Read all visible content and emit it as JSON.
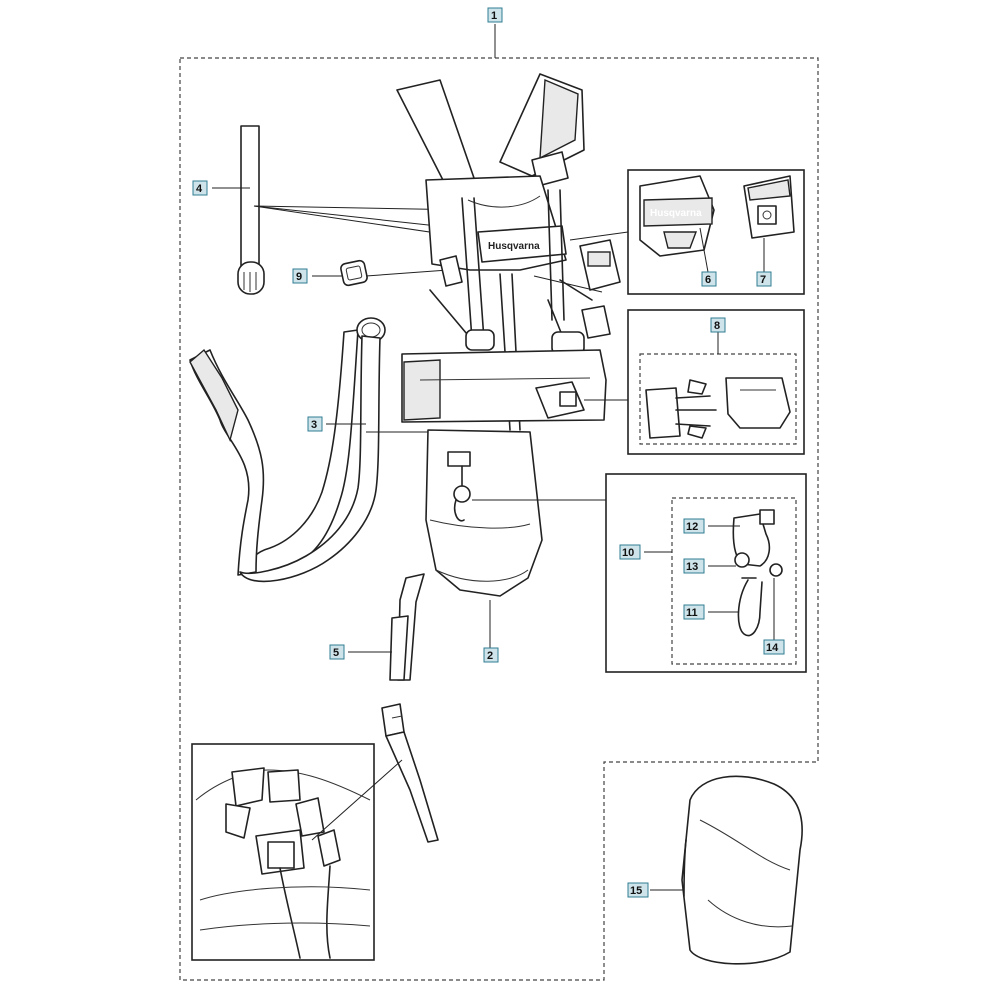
{
  "brand": {
    "logo_text": "Husqvarna"
  },
  "callouts": {
    "c1": "1",
    "c2": "2",
    "c3": "3",
    "c4": "4",
    "c5": "5",
    "c6": "6",
    "c7": "7",
    "c8": "8",
    "c9": "9",
    "c10": "10",
    "c11": "11",
    "c12": "12",
    "c13": "13",
    "c14": "14",
    "c15": "15"
  }
}
